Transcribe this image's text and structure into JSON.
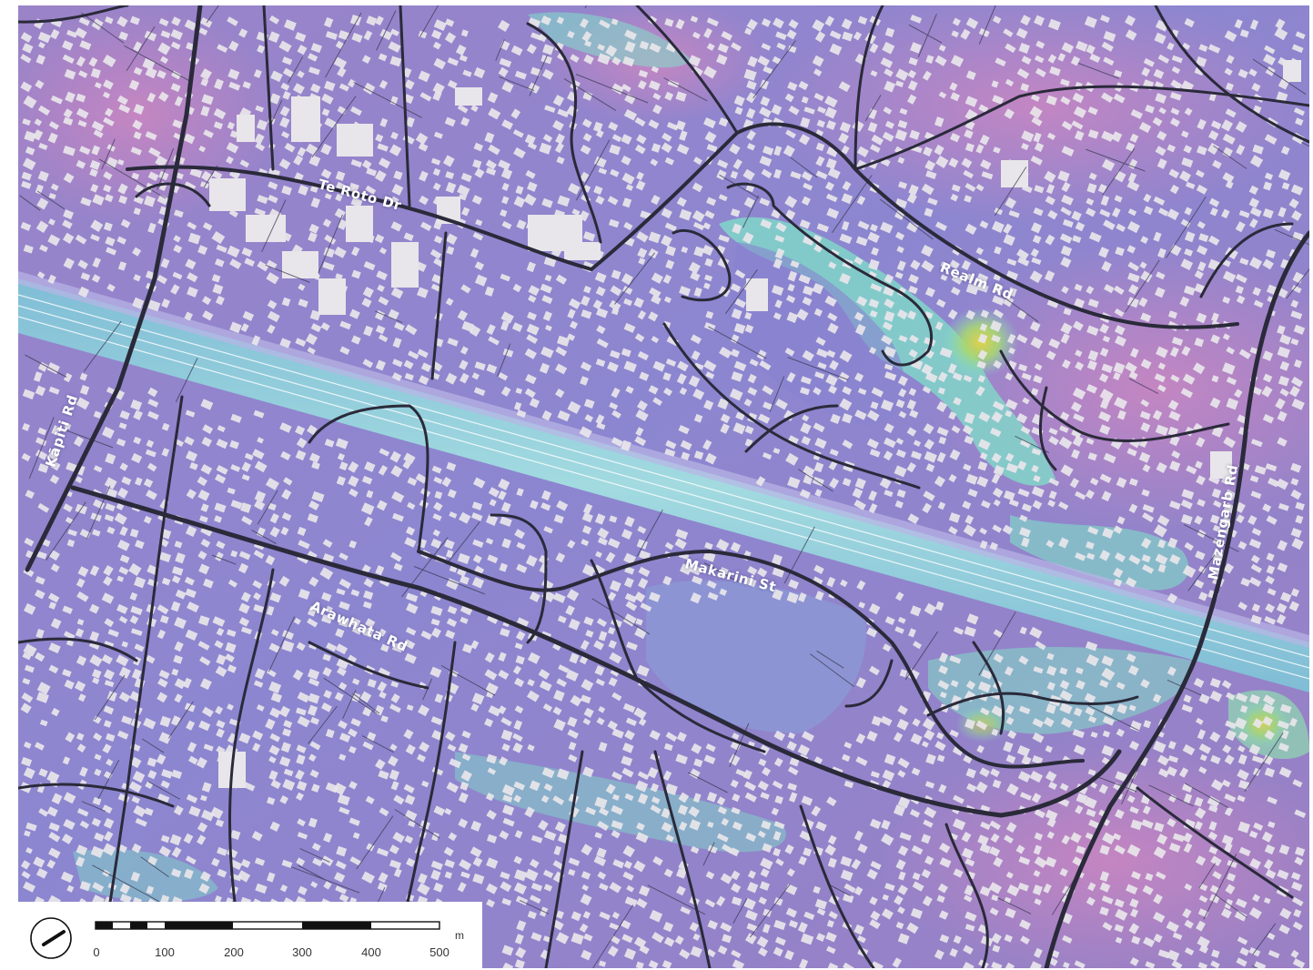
{
  "map": {
    "roads": [
      {
        "id": "te-roto-dr",
        "label": "Te Roto Dr"
      },
      {
        "id": "realm-rd",
        "label": "Realm Rd"
      },
      {
        "id": "kapiti-rd",
        "label": "Kāpiti Rd"
      },
      {
        "id": "mazengarb-rd",
        "label": "Mazengarb Rd"
      },
      {
        "id": "makarini-st",
        "label": "Makarini St"
      },
      {
        "id": "arawhata-rd",
        "label": "Arawhata Rd"
      }
    ],
    "colors": {
      "terrain_low": "#8e80c8",
      "terrain_high": "#c985bd",
      "wetland": "#7fe0c8",
      "hotspot": "#d8d050",
      "building": "#e8e6ea",
      "road": "#2a2a3a",
      "parcel": "#3c3c55"
    }
  },
  "scale_bar": {
    "unit": "m",
    "ticks": [
      "0",
      "100",
      "200",
      "300",
      "400",
      "500"
    ]
  },
  "north_arrow": {
    "icon": "north-arrow-icon"
  }
}
